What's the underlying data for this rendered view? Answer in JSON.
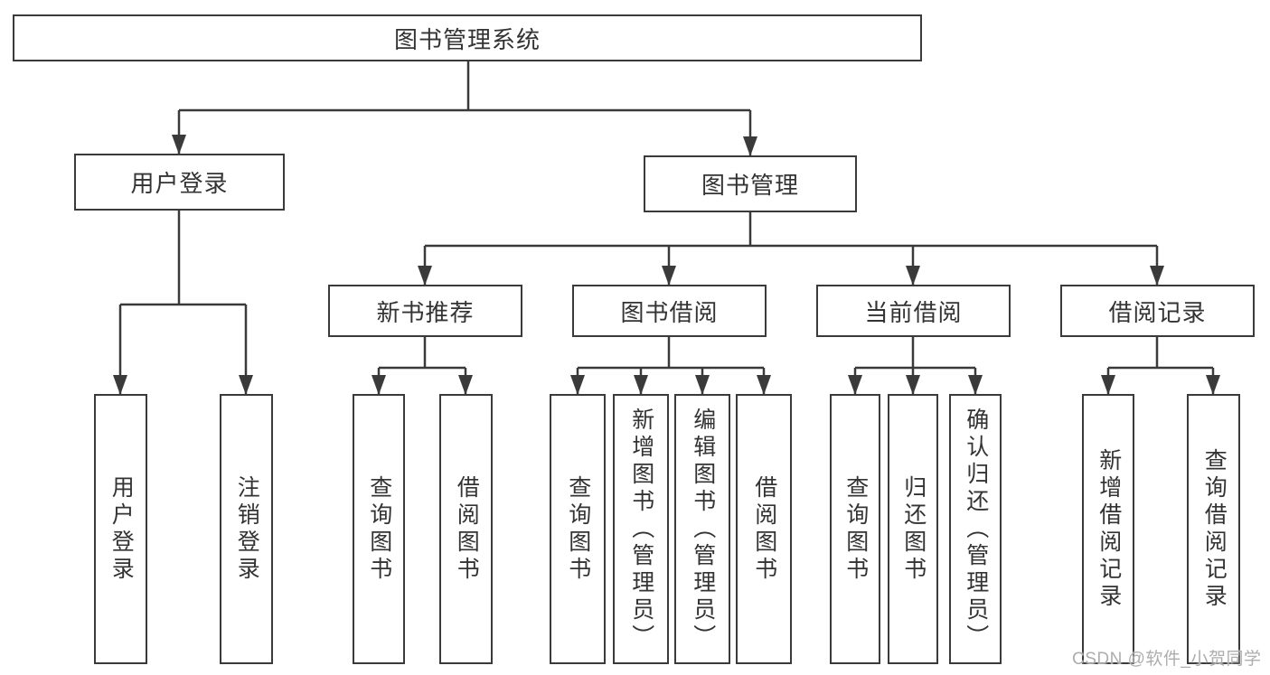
{
  "diagram": {
    "title": {
      "label": "图书管理系统"
    },
    "level2": [
      {
        "label": "用户登录"
      },
      {
        "label": "图书管理"
      }
    ],
    "level3": [
      {
        "label": "新书推荐"
      },
      {
        "label": "图书借阅"
      },
      {
        "label": "当前借阅"
      },
      {
        "label": "借阅记录"
      }
    ],
    "leaves": [
      {
        "label": "用户登录",
        "parent": "用户登录"
      },
      {
        "label": "注销登录",
        "parent": "用户登录"
      },
      {
        "label": "查询图书",
        "parent": "新书推荐"
      },
      {
        "label": "借阅图书",
        "parent": "新书推荐"
      },
      {
        "label": "查询图书",
        "parent": "图书借阅"
      },
      {
        "label": "新增图书（管理员）",
        "parent": "图书借阅"
      },
      {
        "label": "编辑图书（管理员）",
        "parent": "图书借阅"
      },
      {
        "label": "借阅图书",
        "parent": "图书借阅"
      },
      {
        "label": "查询图书",
        "parent": "当前借阅"
      },
      {
        "label": "归还图书",
        "parent": "当前借阅"
      },
      {
        "label": "确认归还（管理员）",
        "parent": "当前借阅"
      },
      {
        "label": "新增借阅记录",
        "parent": "借阅记录"
      },
      {
        "label": "查询借阅记录",
        "parent": "借阅记录"
      }
    ],
    "watermark": {
      "label": "CSDN @软件_小贺同学"
    },
    "colors": {
      "line": "#3a3a3a",
      "box_border": "#3a3a3a",
      "text": "#333333",
      "background": "#ffffff",
      "watermark": "#adadad"
    }
  }
}
